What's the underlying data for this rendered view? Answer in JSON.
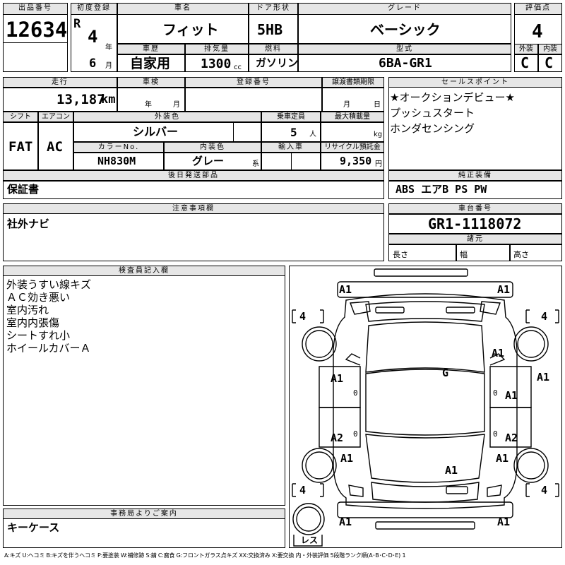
{
  "header": {
    "lot_label": "出品番号",
    "lot_no": "12634",
    "first_reg_label": "初度登録",
    "era": "R",
    "year": "4",
    "year_unit": "年",
    "month": "6",
    "month_unit": "月",
    "car_name_label": "車名",
    "car_name": "フィット",
    "door_label": "ドア形状",
    "door": "5HB",
    "grade_label": "グレード",
    "grade": "ベーシック",
    "score_label": "評価点",
    "score": "4",
    "history_label": "車歴",
    "history": "自家用",
    "displacement_label": "排気量",
    "displacement": "1300",
    "displacement_unit": "cc",
    "fuel_label": "燃料",
    "fuel": "ガソリン",
    "model_label": "型式",
    "model": "6BA-GR1",
    "ext_label": "外装",
    "int_label": "内装",
    "ext_score": "C",
    "int_score": "C"
  },
  "row2": {
    "mileage_label": "走行",
    "mileage": "13,187",
    "mileage_unit": "km",
    "inspection_label": "車検",
    "year_unit": "年",
    "month_unit": "月",
    "reg_no_label": "登録番号",
    "transfer_label": "譲渡書類期限",
    "transfer_month": "月",
    "transfer_day": "日",
    "shift_label": "シフト",
    "ac_label": "エアコン",
    "shift": "FAT",
    "ac": "AC",
    "ext_color_label": "外装色",
    "ext_color": "シルバー",
    "capacity_label": "乗車定員",
    "capacity": "5",
    "capacity_unit": "人",
    "max_load_label": "最大積載量",
    "max_load_unit": "kg",
    "color_no_label": "カラーNo.",
    "color_no": "NH830M",
    "int_color_label": "内装色",
    "int_color": "グレー",
    "int_color_suffix": "系",
    "import_label": "輸入車",
    "recycle_label": "リサイクル預託金",
    "recycle": "9,350",
    "recycle_unit": "円"
  },
  "sales": {
    "label": "セールスポイント",
    "items": [
      "★オークションデビュー★",
      "プッシュスタート",
      "ホンダセンシング"
    ]
  },
  "later_parts": {
    "label": "後日発送部品",
    "value": "保証書"
  },
  "equipment": {
    "label": "純正装備",
    "value": "ABS エアB PS PW"
  },
  "notes": {
    "label": "注意事項欄",
    "value": "社外ナビ"
  },
  "chassis": {
    "label": "車台番号",
    "value": "GR1-1118072",
    "spec_label": "諸元",
    "length_label": "長さ",
    "width_label": "幅",
    "height_label": "高さ"
  },
  "inspector": {
    "label": "検査員記入欄",
    "items": [
      "外装うすい線キズ",
      "ＡＣ効き悪い",
      "室内汚れ",
      "室内内張傷",
      "シートすれ小",
      "ホイールカバーＡ"
    ]
  },
  "office": {
    "label": "事務局よりご案内",
    "value": "キーケース"
  },
  "diagram": {
    "tread_fl": "4",
    "tread_fr": "4",
    "tread_rl": "4",
    "tread_rr": "4",
    "spare": "レス",
    "front_bumper_l": "A1",
    "front_bumper_r": "A1",
    "hood_r": "A1",
    "windshield": "G",
    "fender_r": "A1",
    "front_door_l": "A1",
    "front_door_r": "A1",
    "rear_door_l": "A2",
    "rear_door_r": "A2",
    "quarter_l": "A1",
    "quarter_r": "A1",
    "rear_glass": "A1",
    "rear_bumper_l": "A1",
    "rear_bumper_r": "A1",
    "mark_front_l": "0",
    "mark_front_r": "0",
    "mark_rear_l": "0",
    "mark_rear_r": "0"
  },
  "legend": "A:キズ U:ヘコミ B:キズを伴うヘコミ P:要塗装 W:補修跡 S:錆 C:腐食 G:フロントガラス点キズ XX:交換済み X:要交換 内・外装評価 5段階ランク順(A･B･C･D･E) 1"
}
